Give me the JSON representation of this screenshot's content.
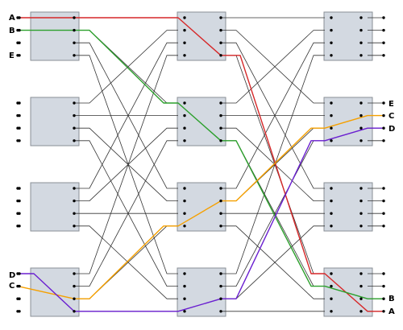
{
  "labels": {
    "inputs": {
      "A": "A",
      "B": "B",
      "E": "E",
      "D": "D",
      "C": "C"
    },
    "outputs": {
      "E": "E",
      "C": "C",
      "D": "D",
      "B": "B",
      "A": "A"
    }
  },
  "colors": {
    "A": "#d62728",
    "B": "#2ca02c",
    "C": "#f5a000",
    "D": "#6a1fd0",
    "E": "#333333",
    "wire": "#333333",
    "switch_fill": "#d3d9e1",
    "switch_border": "#8a8f96"
  }
}
